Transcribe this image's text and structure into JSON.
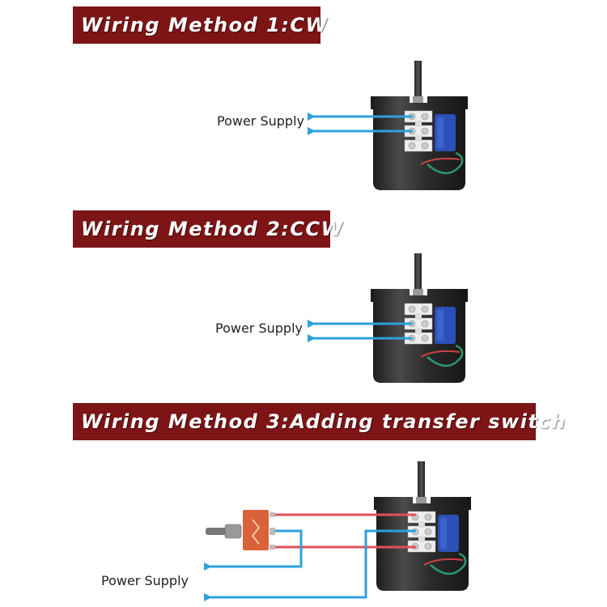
{
  "sections": [
    {
      "title": "Wiring Method 1:CW",
      "label": "Power Supply",
      "connected_terminals": [
        "top",
        "middle"
      ]
    },
    {
      "title": "Wiring Method 2:CCW",
      "label": "Power Supply",
      "connected_terminals": [
        "middle",
        "bottom"
      ]
    },
    {
      "title": "Wiring Method 3:Adding transfer switch",
      "label": "Power Supply",
      "connected_terminals": [
        "top",
        "middle",
        "bottom"
      ]
    }
  ],
  "colors": {
    "banner": "#7d1416",
    "wire_blue": "#2ea0dc",
    "wire_red": "#e0505a",
    "motor_body": "#2b2b2b",
    "capacitor": "#2c4fb8",
    "switch_body": "#d9623a"
  }
}
